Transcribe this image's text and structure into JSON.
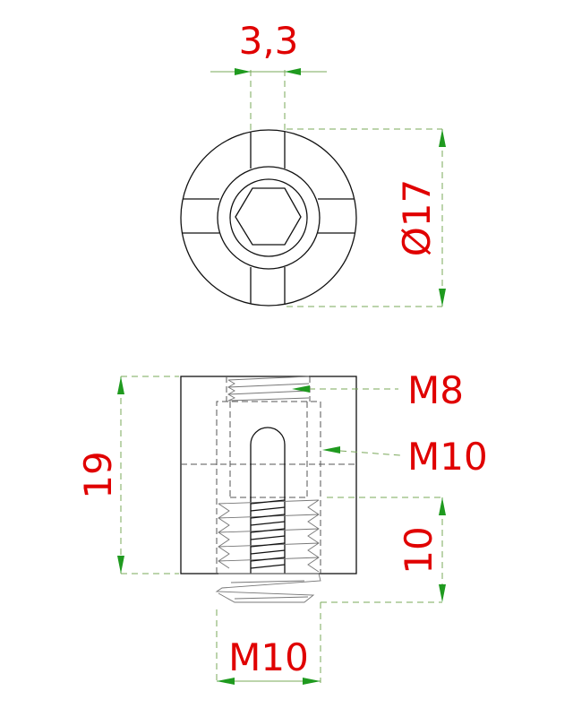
{
  "dimensions": {
    "slot_width": "3,3",
    "diameter": "Ø17",
    "height": "19",
    "thread_top": "M8",
    "thread_bore": "M10",
    "thread_length": "10",
    "thread_bottom": "M10"
  },
  "colors": {
    "dimension_text": "#e00000",
    "dimension_line": "#7aa85a",
    "arrow": "#1f9a1f",
    "outline": "#111111"
  }
}
